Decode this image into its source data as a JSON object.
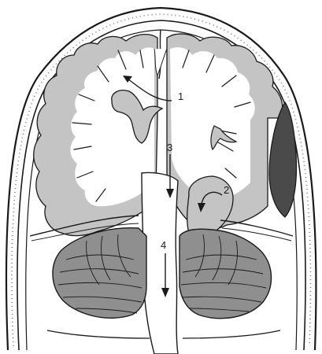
{
  "figure": {
    "labels": {
      "subfalcine": "1",
      "uncal": "2",
      "central": "3",
      "tonsillar": "4"
    },
    "colors": {
      "outline": "#1a1a1a",
      "gray_matter": "#c4c4c4",
      "white_matter": "#ffffff",
      "cerebellum": "#8f8f8f",
      "hematoma": "#4a4a4a",
      "background": "#ffffff"
    }
  }
}
